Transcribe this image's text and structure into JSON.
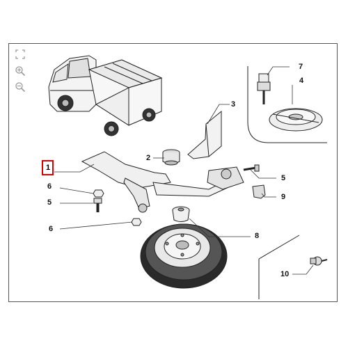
{
  "toolbar": {
    "tools": [
      {
        "name": "fit-view-icon"
      },
      {
        "name": "zoom-in-icon"
      },
      {
        "name": "zoom-out-icon"
      }
    ]
  },
  "callouts": {
    "c1": "1",
    "c2": "2",
    "c3": "3",
    "c4": "4",
    "c5a": "5",
    "c5b": "5",
    "c6a": "6",
    "c6b": "6",
    "c7": "7",
    "c8": "8",
    "c9": "9",
    "c10": "10"
  },
  "colors": {
    "frame": "#555555",
    "line": "#222222",
    "highlight": "#dd0000"
  }
}
